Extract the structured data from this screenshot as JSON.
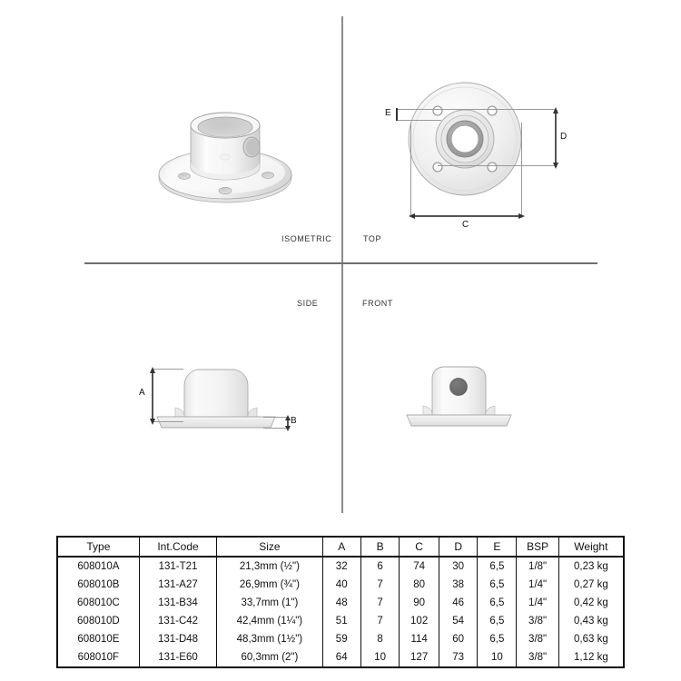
{
  "views": {
    "isometric_label": "ISOMETRIC",
    "top_label": "TOP",
    "side_label": "SIDE",
    "front_label": "FRONT"
  },
  "dimensions": {
    "a": "A",
    "b": "B",
    "c": "C",
    "d": "D",
    "e": "E"
  },
  "table": {
    "headers": [
      "Type",
      "Int.Code",
      "Size",
      "A",
      "B",
      "C",
      "D",
      "E",
      "BSP",
      "Weight"
    ],
    "rows": [
      {
        "type": "608010A",
        "int_code": "131-T21",
        "size": "21,3mm (½\")",
        "a": "32",
        "b": "6",
        "c": "74",
        "d": "30",
        "e": "6,5",
        "bsp": "1/8\"",
        "weight": "0,23 kg"
      },
      {
        "type": "608010B",
        "int_code": "131-A27",
        "size": "26,9mm (¾\")",
        "a": "40",
        "b": "7",
        "c": "80",
        "d": "38",
        "e": "6,5",
        "bsp": "1/4\"",
        "weight": "0,27 kg"
      },
      {
        "type": "608010C",
        "int_code": "131-B34",
        "size": "33,7mm (1\")",
        "a": "48",
        "b": "7",
        "c": "90",
        "d": "46",
        "e": "6,5",
        "bsp": "1/4\"",
        "weight": "0,42 kg"
      },
      {
        "type": "608010D",
        "int_code": "131-C42",
        "size": "42,4mm (1¼\")",
        "a": "51",
        "b": "7",
        "c": "102",
        "d": "54",
        "e": "6,5",
        "bsp": "3/8\"",
        "weight": "0,43 kg"
      },
      {
        "type": "608010E",
        "int_code": "131-D48",
        "size": "48,3mm (1½\")",
        "a": "59",
        "b": "8",
        "c": "114",
        "d": "60",
        "e": "6,5",
        "bsp": "3/8\"",
        "weight": "0,63 kg"
      },
      {
        "type": "608010F",
        "int_code": "131-E60",
        "size": "60,3mm (2\")",
        "a": "64",
        "b": "10",
        "c": "127",
        "d": "73",
        "e": "10",
        "bsp": "3/8\"",
        "weight": "1,12 kg"
      }
    ]
  },
  "colors": {
    "part_light": "#f4f4f4",
    "part_mid": "#d9d9d9",
    "part_shadow": "#b5b5b5",
    "outline": "#9a9a9a",
    "grub_screw": "#6e6e6e",
    "divider": "#8b8b8b",
    "ink": "#111111"
  }
}
